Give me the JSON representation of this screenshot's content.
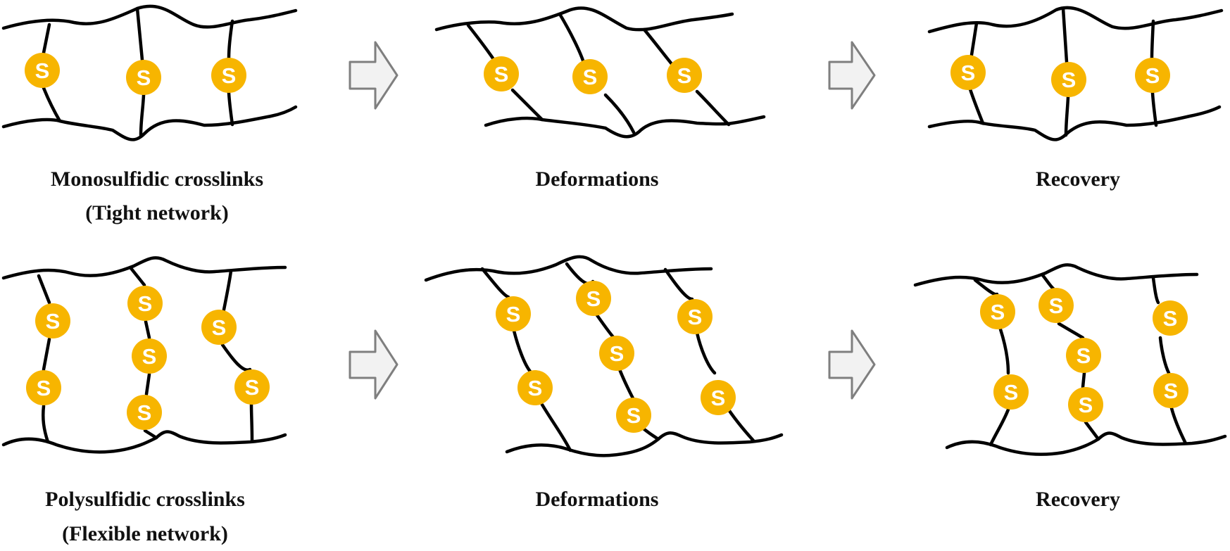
{
  "colors": {
    "sulfur": "#f7b500",
    "chain": "#000000",
    "arrow_fill": "#f2f2f2",
    "arrow_stroke": "#7f7f7f",
    "text": "#111111"
  },
  "atom_label": "S",
  "rows": [
    {
      "panels": [
        {
          "caption_line1": "Monosulfidic crosslinks",
          "caption_line2": "(Tight network)"
        },
        {
          "caption_line1": "Deformations",
          "caption_line2": ""
        },
        {
          "caption_line1": "Recovery",
          "caption_line2": ""
        }
      ]
    },
    {
      "panels": [
        {
          "caption_line1": "Polysulfidic crosslinks",
          "caption_line2": "(Flexible network)"
        },
        {
          "caption_line1": "Deformations",
          "caption_line2": ""
        },
        {
          "caption_line1": "Recovery",
          "caption_line2": ""
        }
      ]
    }
  ]
}
